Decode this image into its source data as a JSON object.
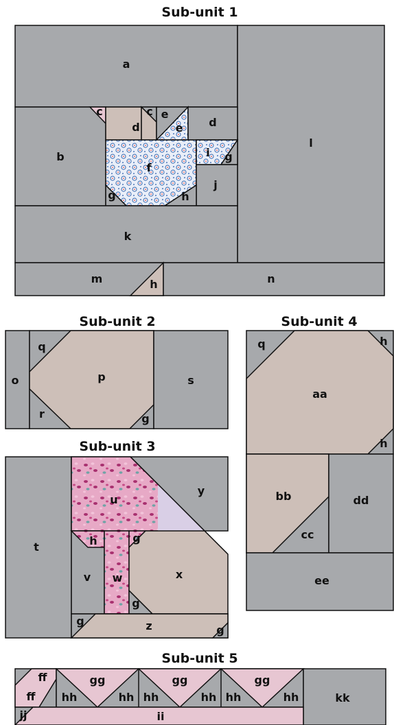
{
  "titles": {
    "su1": "Sub-unit 1",
    "su2": "Sub-unit 2",
    "su3": "Sub-unit 3",
    "su4": "Sub-unit 4",
    "su5": "Sub-unit 5"
  },
  "labels": {
    "a": "a",
    "b": "b",
    "c": "c",
    "d": "d",
    "e": "e",
    "f": "f",
    "g": "g",
    "h": "h",
    "i": "i",
    "j": "j",
    "k": "k",
    "l": "l",
    "m": "m",
    "n": "n",
    "o": "o",
    "p": "p",
    "q": "q",
    "r": "r",
    "s": "s",
    "t": "t",
    "u": "u",
    "v": "v",
    "w": "w",
    "x": "x",
    "y": "y",
    "z": "z",
    "aa": "aa",
    "bb": "bb",
    "cc": "cc",
    "dd": "dd",
    "ee": "ee",
    "ff": "ff",
    "gg": "gg",
    "hh": "hh",
    "ii": "ii",
    "jj": "jj",
    "kk": "kk"
  },
  "colors": {
    "gray": "#a7a9ac",
    "tan": "#cdbfb8",
    "pink": "#e7c6d2",
    "lavender": "#d9cfe6",
    "floral_base": "#e9eef8",
    "floral_blue": "#4d78b8",
    "blossom_magenta": "#a8306f",
    "blossom_teal": "#6fa3a6",
    "outline": "#111111"
  }
}
